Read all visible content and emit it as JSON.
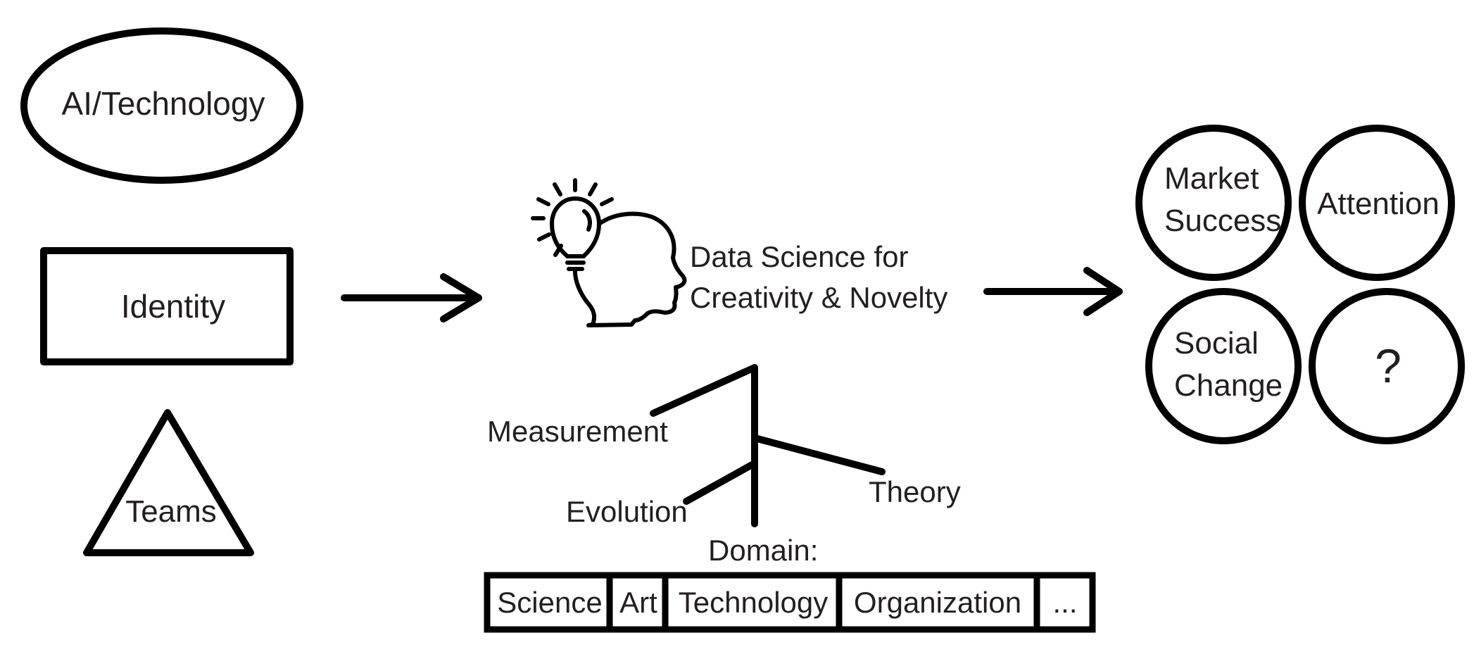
{
  "inputs": {
    "ai_technology": "AI/Technology",
    "identity": "Identity",
    "teams": "Teams"
  },
  "center": {
    "title_line1": "Data Science for",
    "title_line2": "Creativity & Novelty",
    "icon": "head-lightbulb-icon"
  },
  "branches": {
    "measurement": "Measurement",
    "evolution": "Evolution",
    "theory": "Theory"
  },
  "domain": {
    "label": "Domain:",
    "cells": [
      "Science",
      "Art",
      "Technology",
      "Organization",
      "..."
    ]
  },
  "outcomes": {
    "market_success_line1": "Market",
    "market_success_line2": "Success",
    "attention": "Attention",
    "social_change_line1": "Social",
    "social_change_line2": "Change",
    "unknown": "?"
  },
  "colors": {
    "stroke": "#000000",
    "text": "#231f20",
    "background": "#ffffff"
  }
}
